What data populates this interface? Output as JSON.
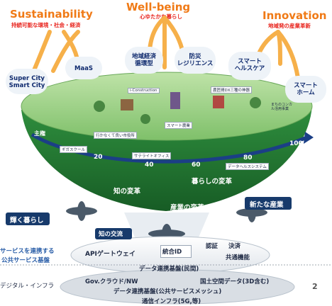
{
  "headers": {
    "sustainability": {
      "title": "Sustainability",
      "subtitle": "持続可能な環境・社会・経済"
    },
    "wellbeing": {
      "title": "Well-being",
      "subtitle": "心ゆたかな暮らし"
    },
    "innovation": {
      "title": "Innovation",
      "subtitle": "地域発の産業革新"
    }
  },
  "clouds": {
    "supercity": "Super City\nSmart City",
    "maas": "MaaS",
    "regional": "地域経済\n循環型",
    "disaster": "防災\nレジリエンス",
    "healthcare": "スマート\nヘルスケア",
    "smarthome": "スマート\nホーム"
  },
  "bowl_labels": {
    "iconstruction": "i-Construction",
    "ict": "農匠間DX三種の神器",
    "smart_agri": "スマート農業",
    "shopping": "行かなくて良い市役所",
    "satellite_office": "サテライトオフィス",
    "data_health": "データヘルスシステム",
    "gig": "ギガスクール",
    "shuken": "主権",
    "education": "まちのコンカ ル活用事業"
  },
  "timeline": [
    "20",
    "40",
    "60",
    "80",
    "100"
  ],
  "pillars": {
    "knowledge": "知の変革",
    "living": "暮らしの変革",
    "industry": "産業の変革",
    "bright_living": "輝く暮らし",
    "new_industry": "新たな産業",
    "knowledge_exchange": "知の交流"
  },
  "platform": {
    "service_link": "サービスを連携する",
    "public_platform": "公共サービス基盤",
    "api_gateway": "APIゲートウェイ",
    "unified_id": "統合ID",
    "auth": "認証",
    "payment": "決済",
    "common": "共通機能",
    "data_platform_private": "データ連携基盤(民間)"
  },
  "infra": {
    "digital_infra": "デジタル・インフラ",
    "gov_cloud": "Gov.クラウド/NW",
    "geodata": "国土空間データ(3D含む)",
    "data_platform_public": "データ連携基盤(公共サービスメッシュ)",
    "comm_infra": "通信インフラ(5G,等)"
  },
  "page_number": "2",
  "colors": {
    "orange": "#f07a16",
    "red": "#e8231c",
    "green_dark": "#1f6b2c",
    "green_mid": "#2f8f3e",
    "green_light": "#86c66d",
    "navy": "#173a6b",
    "blue_text": "#2a5ea8"
  }
}
